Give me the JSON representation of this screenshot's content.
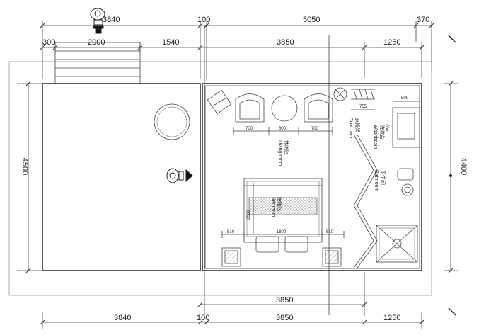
{
  "dimensions": {
    "top_row1": [
      "3840",
      "100",
      "5050",
      "370"
    ],
    "top_row2": [
      "300",
      "2000",
      "1540",
      "3850",
      "1250"
    ],
    "left_height": "4500",
    "right_height": "4400",
    "bedroom_bottom": "3850",
    "bottom_row": [
      "3840",
      "100",
      "3850",
      "1250"
    ],
    "furniture": [
      "700",
      "600",
      "700",
      "510",
      "1800",
      "510",
      "500",
      "755",
      "1000",
      "2000"
    ]
  },
  "rooms": {
    "living_cn": "休闲区",
    "living_en": "Living room",
    "bedroom_cn": "睡眠区",
    "bedroom_en": "Bedroom",
    "coat_cn": "衣帽架",
    "coat_en": "Coat rack",
    "wash_cn": "洗漱台",
    "wash_en": "Washbasin",
    "bath_cn": "卫生间",
    "bath_en": "Bathroom"
  }
}
